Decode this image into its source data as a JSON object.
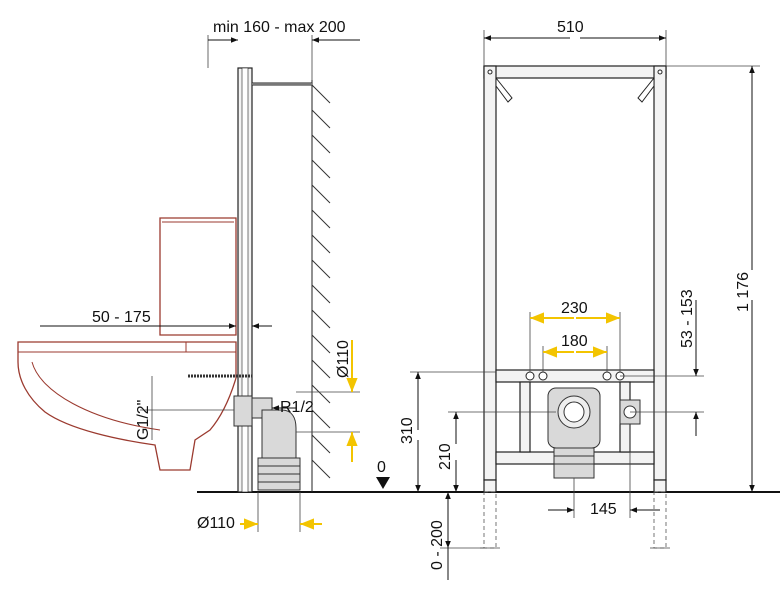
{
  "labels": {
    "wall_gap": "min 160 - max 200",
    "width_total": "510",
    "height_total": "1 176",
    "bowl_offset": "50 - 175",
    "water_thread": "G1/2\"",
    "inlet_thread": "R1/2",
    "drain_diameter_side": "Ø110",
    "drain_diameter_bottom": "Ø110",
    "floor_zero": "0",
    "height_310": "310",
    "height_210": "210",
    "floor_adjust": "0 - 200",
    "pipe_spacing_outer": "230",
    "pipe_spacing_inner": "180",
    "mount_range": "53 - 153",
    "drain_offset": "145"
  },
  "colors": {
    "frame": "#f3f3f3",
    "outline": "#222222",
    "toilet": "#9b3a2f",
    "dimension_highlight": "#f3c400"
  }
}
